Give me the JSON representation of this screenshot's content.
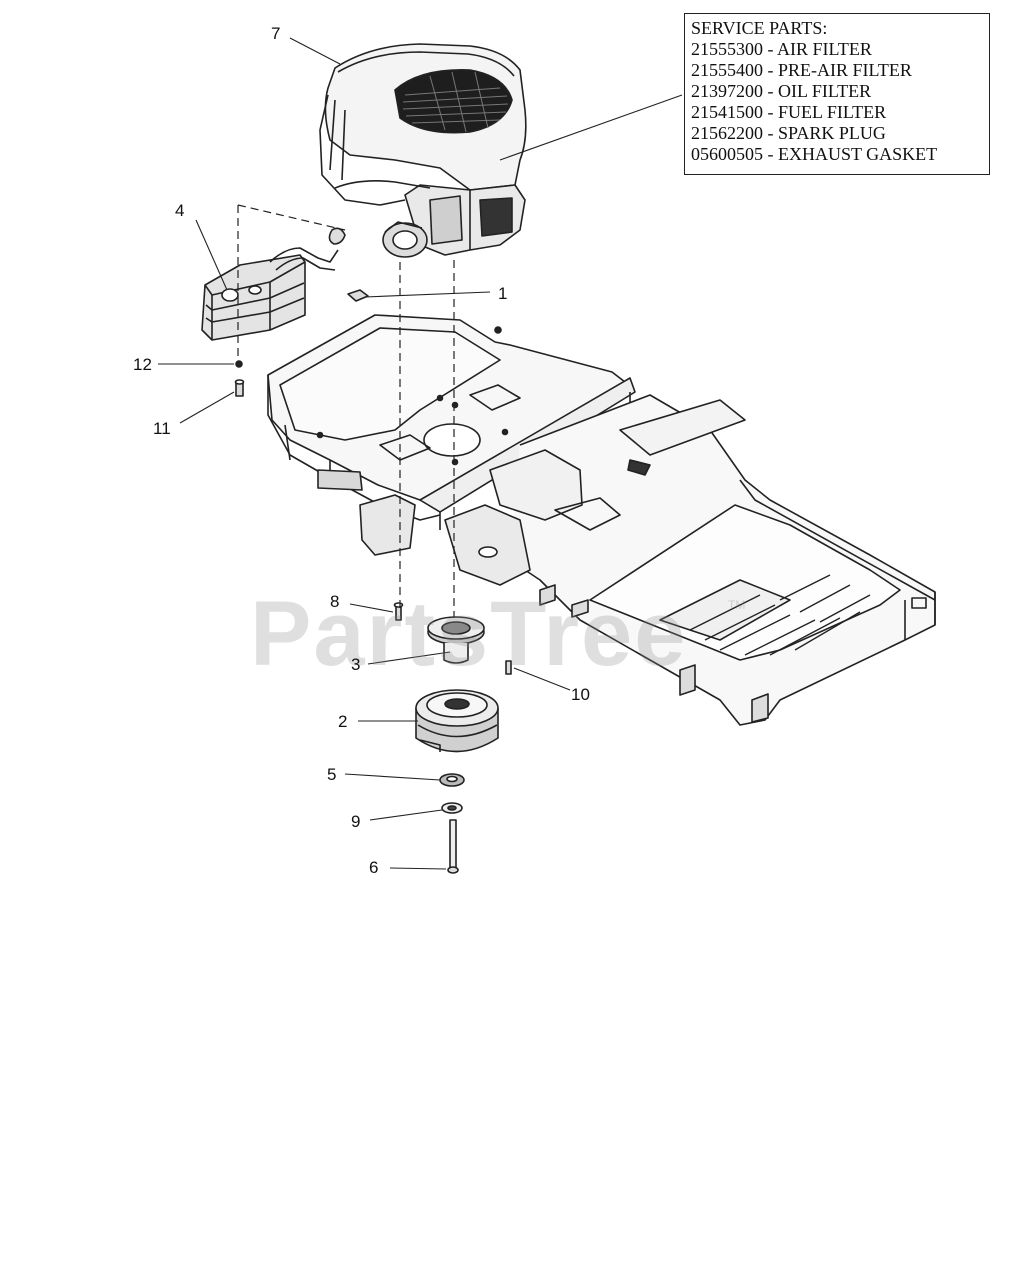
{
  "service_parts": {
    "heading": "SERVICE PARTS:",
    "items": [
      "21555300 - AIR FILTER",
      "21555400 - PRE-AIR FILTER",
      "21397200 - OIL FILTER",
      "21541500 - FUEL FILTER",
      "21562200 - SPARK PLUG",
      "05600505 - EXHAUST GASKET"
    ]
  },
  "callouts": {
    "c1": "1",
    "c2": "2",
    "c3": "3",
    "c4": "4",
    "c5": "5",
    "c6": "6",
    "c7": "7",
    "c8": "8",
    "c9": "9",
    "c10": "10",
    "c11": "11",
    "c12": "12"
  },
  "watermark": {
    "text": "PartsTree",
    "tm": "TM"
  }
}
